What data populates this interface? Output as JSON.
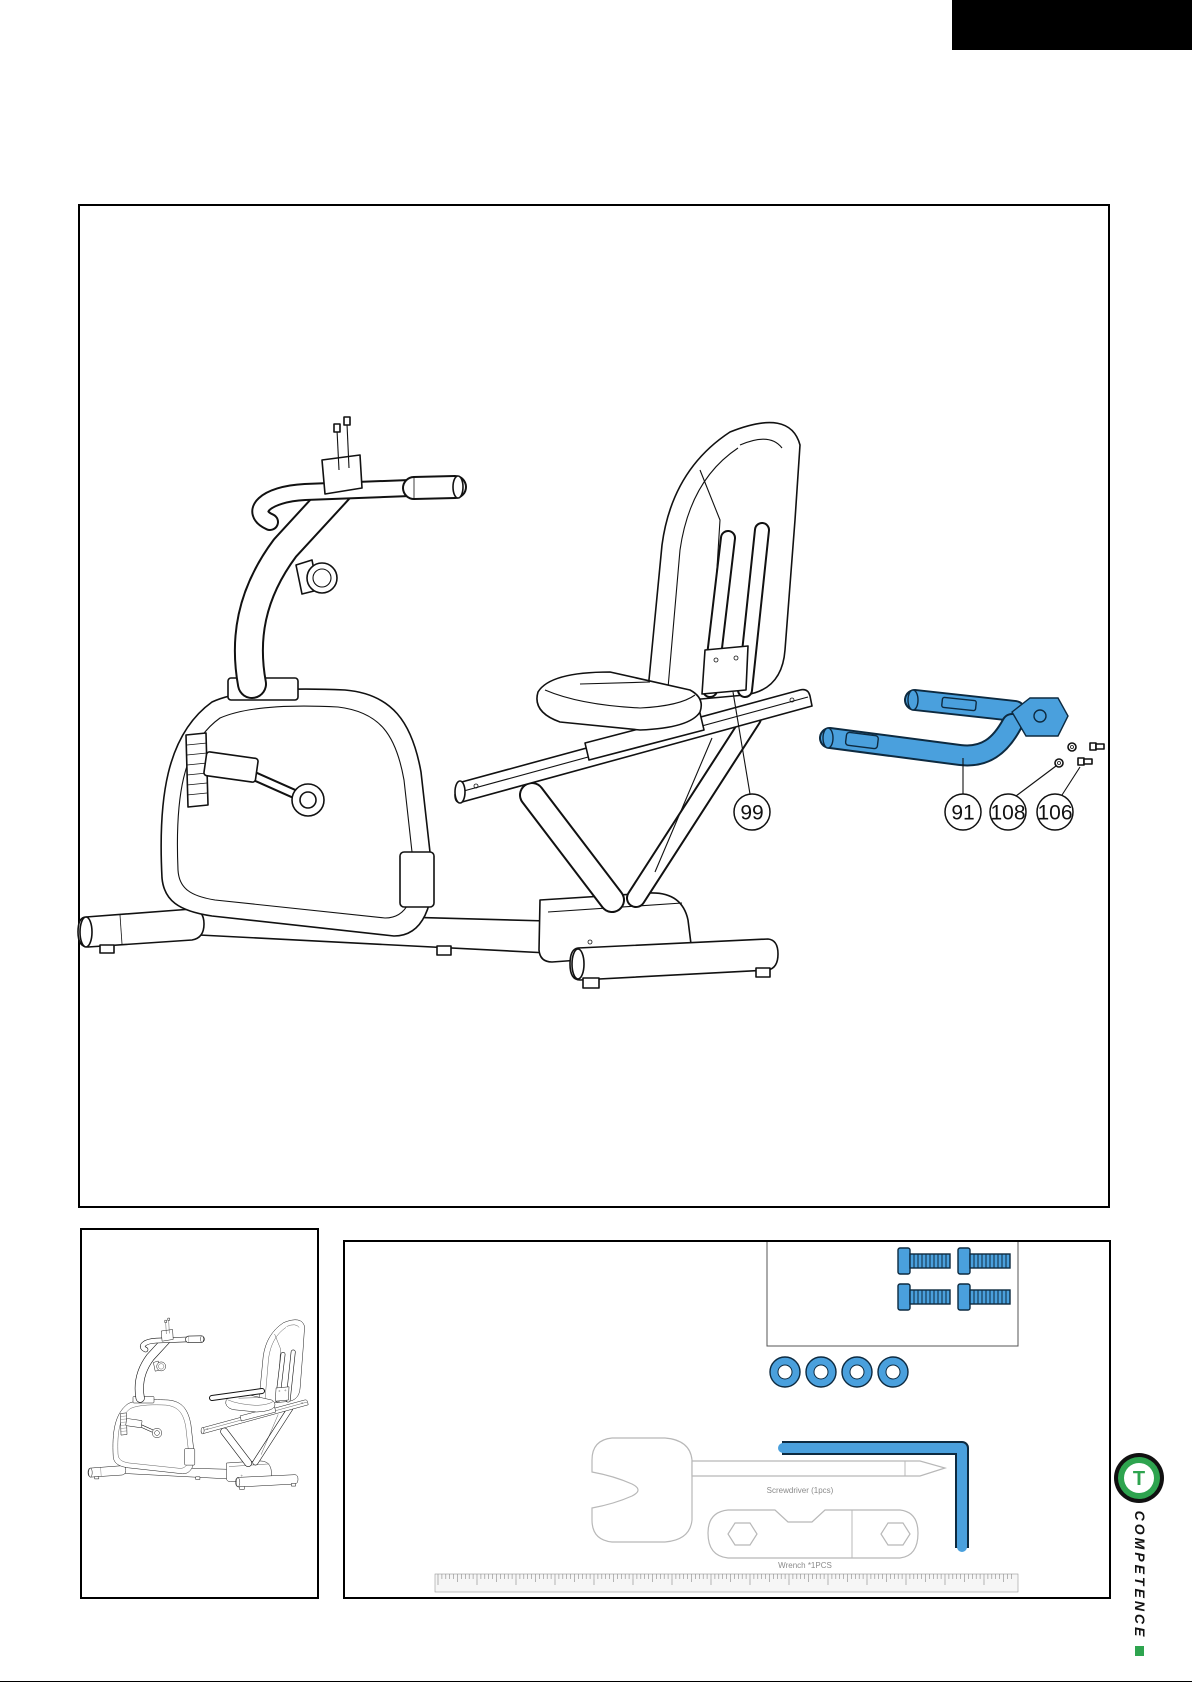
{
  "callouts": {
    "c99": "99",
    "c91": "91",
    "c108": "108",
    "c106": "106"
  },
  "hardware": {
    "screwdriver_label": "Screwdriver (1pcs)",
    "wrench_label": "Wrench *1PCS"
  },
  "brand": {
    "name": "COMPETENCE",
    "logo_letter": "T"
  },
  "icons": {
    "logo": "brand-logo-icon"
  },
  "colors": {
    "highlight": "#4aa0dd",
    "brand_green": "#2ea44f",
    "ink": "#111111"
  }
}
